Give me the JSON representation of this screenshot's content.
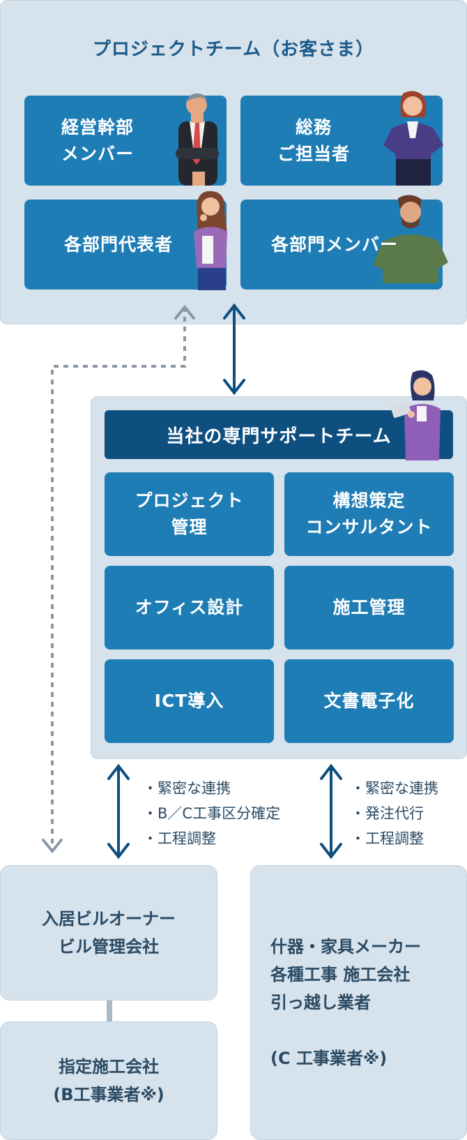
{
  "client_team": {
    "title": "プロジェクトチーム（お客さま）",
    "members": [
      {
        "label": "経営幹部\nメンバー"
      },
      {
        "label": "総務\nご担当者"
      },
      {
        "label": "各部門代表者"
      },
      {
        "label": "各部門メンバー"
      }
    ]
  },
  "support_team": {
    "title": "当社の専門サポートチーム",
    "roles": [
      {
        "label": "プロジェクト\n管理"
      },
      {
        "label": "構想策定\nコンサルタント"
      },
      {
        "label": "オフィス設計"
      },
      {
        "label": "施工管理"
      },
      {
        "label": "ICT導入"
      },
      {
        "label": "文書電子化"
      }
    ]
  },
  "links": {
    "left_notes": "・緊密な連携\n・B／C工事区分確定\n・工程調整",
    "right_notes": "・緊密な連携\n・発注代行\n・工程調整"
  },
  "vendors": {
    "building_owner": "入居ビルオーナー\nビル管理会社",
    "designated_contractor": "指定施工会社\n(B工事業者※)",
    "others": "什器・家具メーカー\n各種工事 施工会社\n引っ越し業者\n\n(C 工事業者※)"
  },
  "colors": {
    "panel": "#d6e2ec",
    "card": "#1e7db5",
    "banner": "#0e4f80",
    "title": "#1a5a8a",
    "arrow": "#0e4f80",
    "dotted": "#8a97a6"
  }
}
